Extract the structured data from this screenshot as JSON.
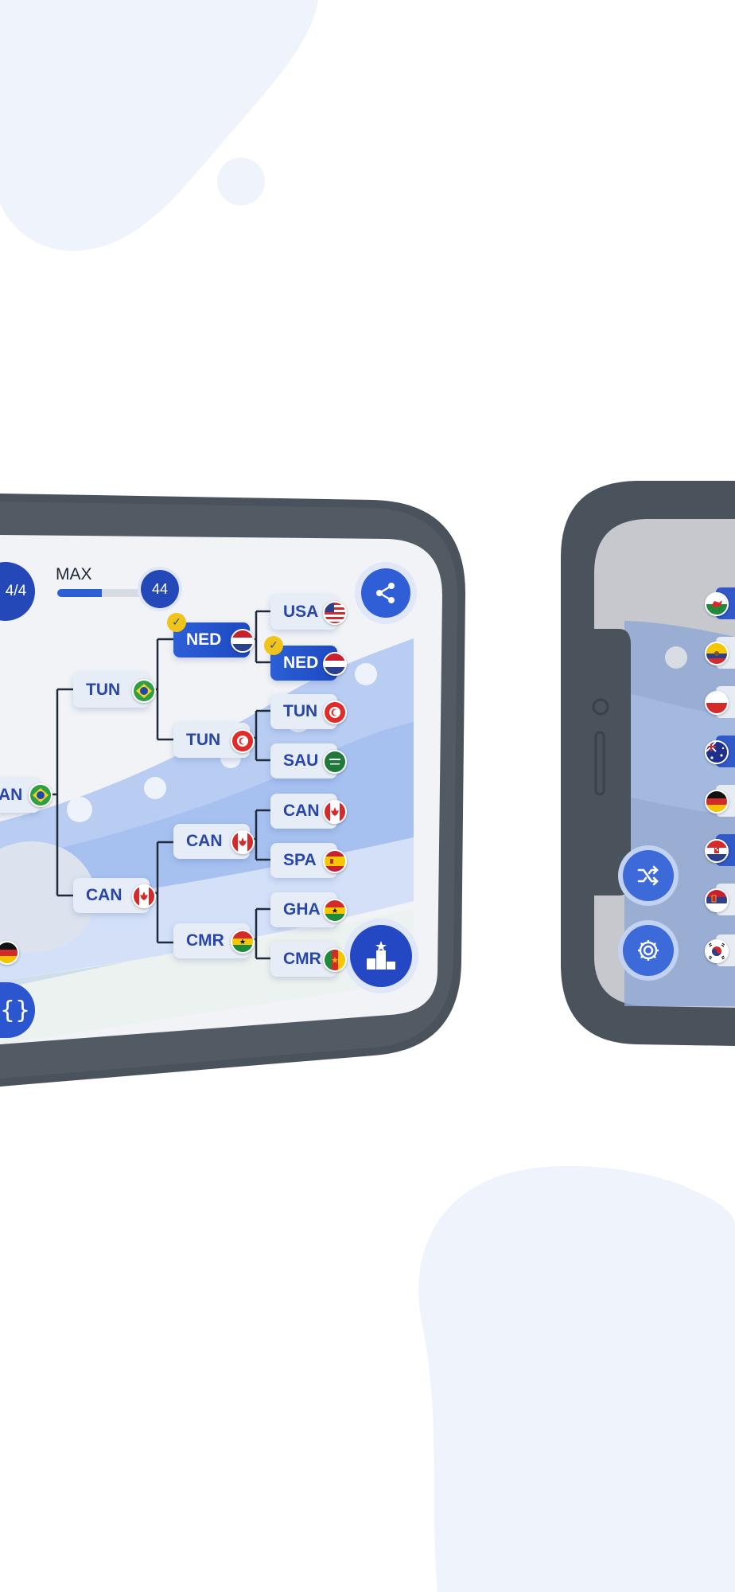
{
  "colors": {
    "accent": "#2c5fd6",
    "phone_frame": "#4a535c",
    "team_tile": "#e6edf6",
    "check_badge": "#f0c419",
    "decor_blob": "#eef3fc"
  },
  "bracket_screen": {
    "progress_label": "4/4",
    "max_label": "MAX",
    "max_value": "44",
    "max_progress": 0.5,
    "share_icon": "share-icon",
    "leaderboard_icon": "podium-icon",
    "edge_button_icon": "curly-braces-icon",
    "left_partial_team": "AN",
    "round1": [
      {
        "code": "TUN",
        "flag": "brazil"
      },
      {
        "code": "CAN",
        "flag": "canada"
      }
    ],
    "round2": [
      {
        "code": "NED",
        "flag": "netherlands",
        "selected": true
      },
      {
        "code": "TUN",
        "flag": "tunisia"
      },
      {
        "code": "CAN",
        "flag": "canada"
      },
      {
        "code": "CMR",
        "flag": "ghana"
      }
    ],
    "round3": [
      {
        "code": "USA",
        "flag": "usa"
      },
      {
        "code": "NED",
        "flag": "netherlands",
        "selected": true
      },
      {
        "code": "TUN",
        "flag": "tunisia"
      },
      {
        "code": "SAU",
        "flag": "saudi"
      },
      {
        "code": "CAN",
        "flag": "canada"
      },
      {
        "code": "SPA",
        "flag": "spain"
      },
      {
        "code": "GHA",
        "flag": "ghana"
      },
      {
        "code": "CMR",
        "flag": "cameroon"
      }
    ]
  },
  "second_phone": {
    "shuffle_icon": "shuffle-icon",
    "settings_icon": "gear-icon",
    "flags": [
      "wales",
      "ecuador",
      "poland",
      "australia",
      "germany",
      "croatia",
      "serbia",
      "south-korea"
    ]
  }
}
